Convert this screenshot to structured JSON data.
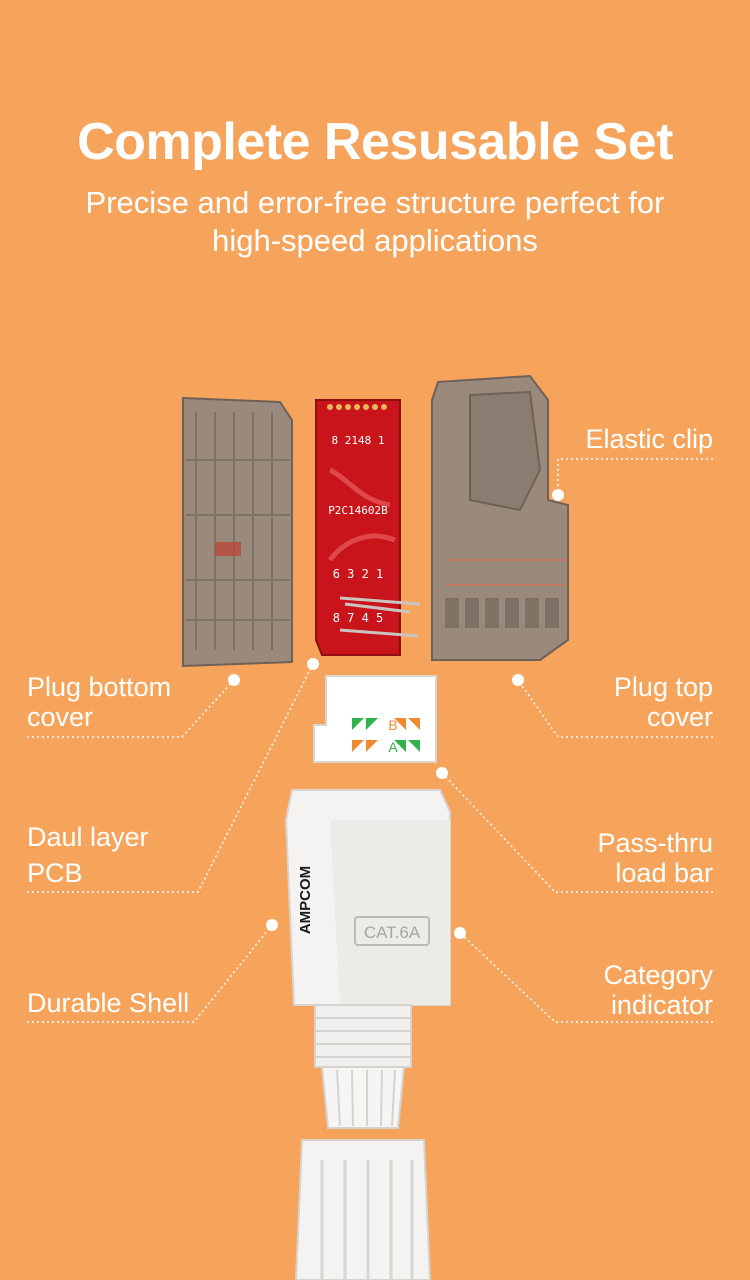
{
  "header": {
    "title": "Complete Resusable Set",
    "subtitle": "Precise and error-free structure perfect for high-speed applications"
  },
  "callouts": {
    "elastic_clip": "Elastic clip",
    "plug_bottom_cover_1": "Plug bottom",
    "plug_bottom_cover_2": "cover",
    "plug_top_cover_1": "Plug top",
    "plug_top_cover_2": "cover",
    "pcb_1": "Daul layer",
    "pcb_2": "PCB",
    "load_bar_1": "Pass-thru",
    "load_bar_2": "load bar",
    "shell": "Durable Shell",
    "category_1": "Category",
    "category_2": "indicator"
  },
  "product_markings": {
    "pcb_code": "P2C14602B",
    "pcb_top_nums": "8  2148  1",
    "pcb_pins_row1": "6 3 2 1",
    "pcb_pins_row2": "8 7 4 5",
    "load_bar_b": "B",
    "load_bar_a": "A",
    "brand": "AMPCOM",
    "category": "CAT.6A"
  },
  "colors": {
    "background": "#F6A45B",
    "text": "#FFFFFF",
    "pcb_red": "#C8141A",
    "load_bar_green": "#2FB34A",
    "load_bar_orange": "#F08A2E"
  }
}
